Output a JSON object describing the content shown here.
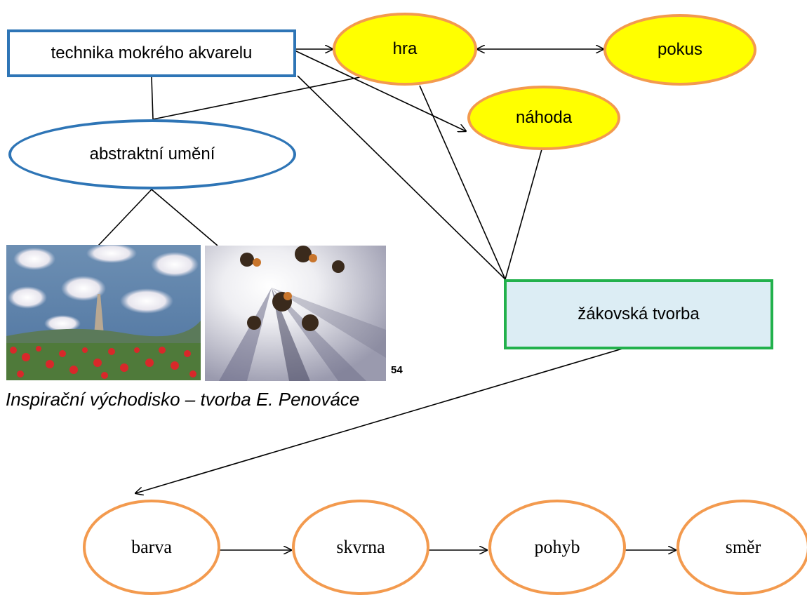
{
  "nodes": {
    "technique": "technika mokrého akvarelu",
    "abstract_art": "abstraktní umění",
    "play": "hra",
    "experiment": "pokus",
    "chance": "náhoda",
    "student_work": "žákovská tvorba",
    "color": "barva",
    "stain": "skvrna",
    "movement": "pohyb",
    "direction": "směr"
  },
  "figure": {
    "footnote_number": "54",
    "caption": "Inspirační východisko – tvorba E. Penováce"
  },
  "colors": {
    "blue_outline": "#2e75b6",
    "green_outline": "#22b14c",
    "orange_outline": "#f39a4e",
    "yellow_fill": "#ffff00",
    "light_blue_fill": "#dcedf4"
  }
}
